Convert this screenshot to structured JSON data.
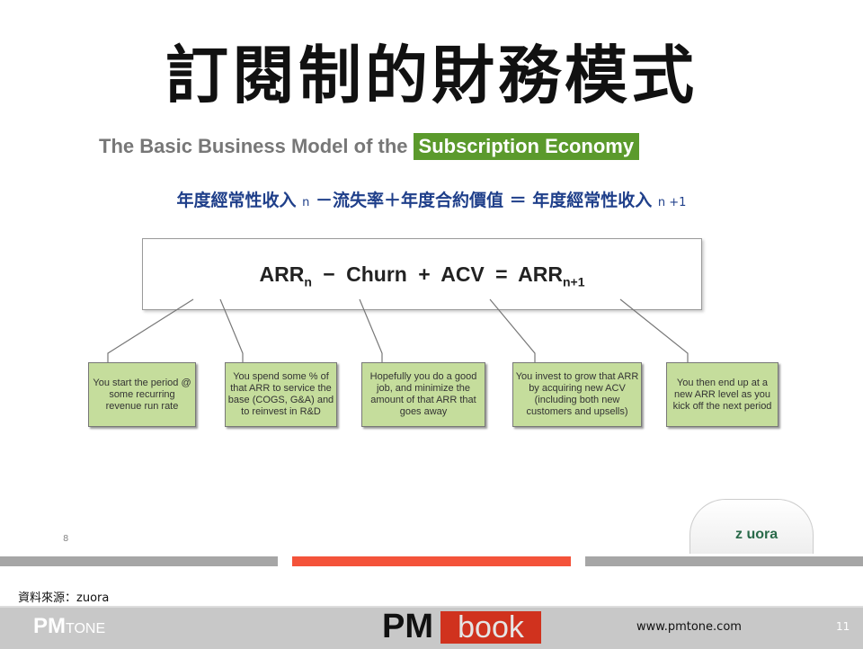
{
  "title": "訂閱制的財務模式",
  "subtitle": {
    "prefix": "The Basic Business Model of the",
    "highlight": "Subscription Economy"
  },
  "formula_zh": {
    "a": "年度經常性收入",
    "n": "n",
    "b": "－流失率＋年度合約價值 ＝ 年度經常性收入",
    "n1": "n +1"
  },
  "formula": {
    "arr": "ARR",
    "n": "n",
    "minus": "−",
    "churn": "Churn",
    "plus": "+",
    "acv": "ACV",
    "eq": "=",
    "arr2": "ARR",
    "n1": "n+1"
  },
  "notes": [
    "You start the period @ some recurring revenue run rate",
    "You spend some % of that ARR to service the base (COGS, G&A) and to reinvest in R&D",
    "Hopefully you do a good job, and minimize the amount of that ARR that goes away",
    "You invest to grow that ARR by acquiring new ACV (including both new customers and upsells)",
    "You then end up at a new ARR level as you kick off the next period"
  ],
  "slide_page": "8",
  "zuora_logo": "z uora",
  "source": "資料來源：zuora",
  "footer": {
    "pmtone": "PM",
    "pmtone_small": "TONE",
    "pm": "PM",
    "book": "book",
    "url": "www.pmtone.com",
    "page": "11"
  },
  "colors": {
    "green": "#5b9a2c",
    "note": "#c5dd9c",
    "orange": "#f4533a",
    "gray": "#a6a6a6",
    "red": "#d0321e",
    "blue": "#1f3f8a"
  }
}
